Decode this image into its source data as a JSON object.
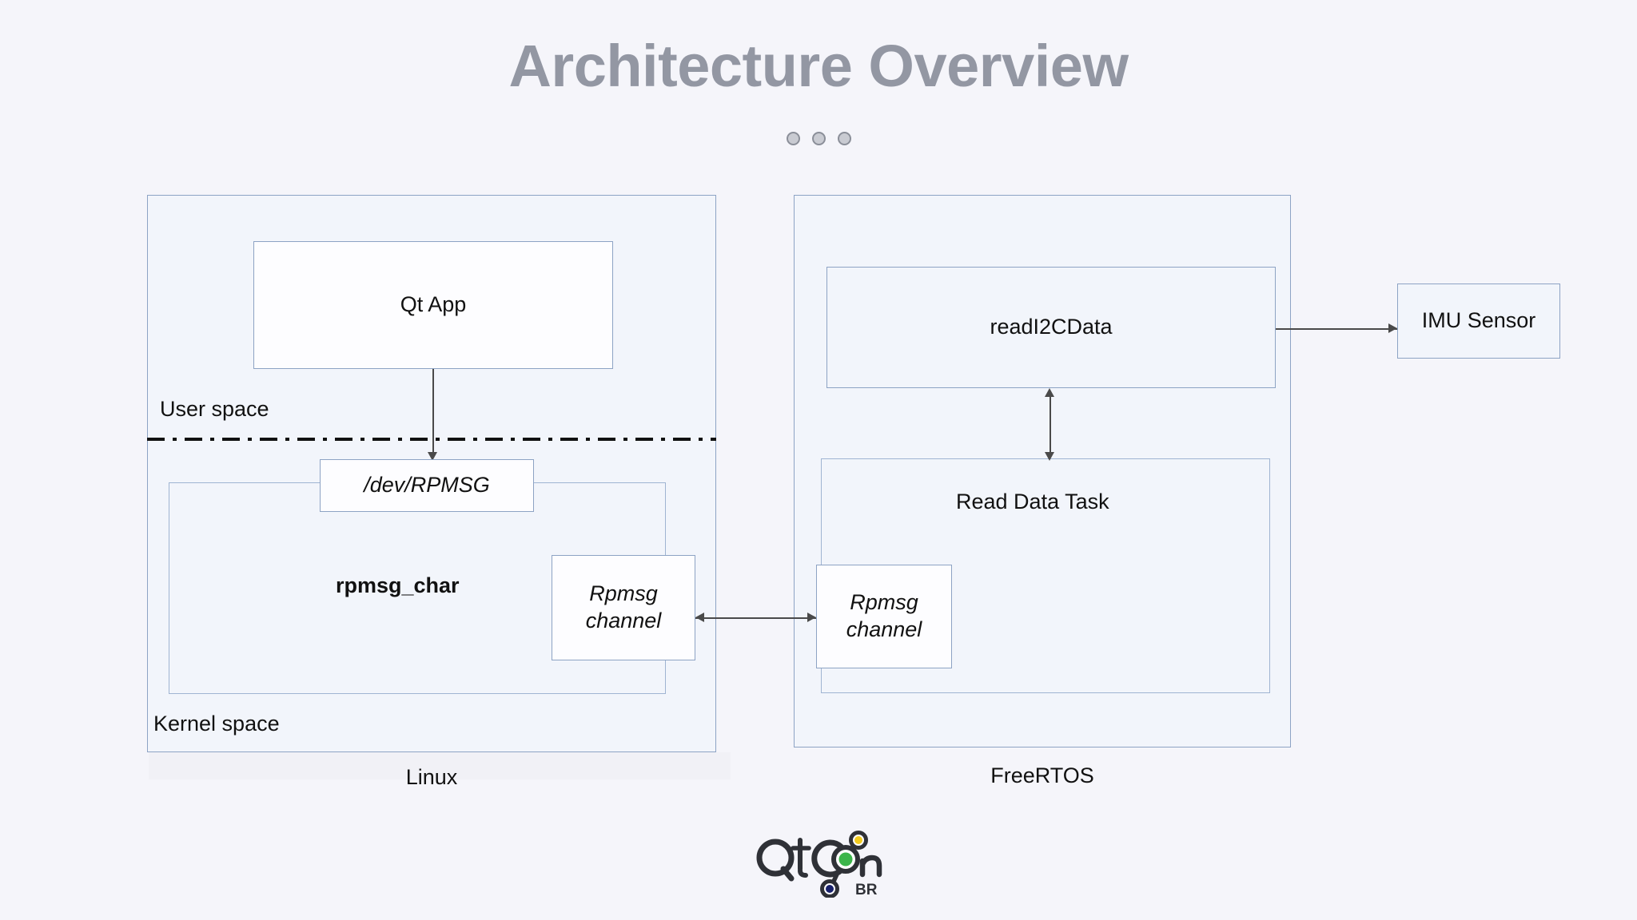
{
  "slide": {
    "title": "Architecture Overview",
    "pager": {
      "count": 3,
      "active_index": -1
    }
  },
  "colors": {
    "background": "#f5f5fa",
    "title_text": "#9397a3",
    "panel_border": "#8da3c4",
    "panel_fill": "#f2f5fb",
    "node_fill": "#fdfdff",
    "connector": "#4a4a4a",
    "logo_text": "#2f3137",
    "logo_node_top": "#f2cb1f",
    "logo_node_middle": "#3cb54a",
    "logo_node_bottom": "#18216b"
  },
  "diagram": {
    "left_panel": {
      "caption": "Linux",
      "user_space_label": "User space",
      "kernel_space_label": "Kernel space",
      "driver_label": "rpmsg_char",
      "nodes": {
        "qt_app": "Qt App",
        "dev_rpmsg": "/dev/RPMSG",
        "rpmsg_channel": "Rpmsg\nchannel"
      }
    },
    "right_panel": {
      "caption": "FreeRTOS",
      "nodes": {
        "read_i2c_data": "readI2CData",
        "read_data_task": "Read Data Task",
        "rpmsg_channel": "Rpmsg\nchannel"
      }
    },
    "external": {
      "imu_sensor": "IMU Sensor"
    },
    "connections": [
      {
        "from": "Qt App",
        "to": "/dev/RPMSG",
        "style": "arrow-down"
      },
      {
        "from": "Rpmsg channel (Linux)",
        "to": "Rpmsg channel (FreeRTOS)",
        "style": "arrow-right"
      },
      {
        "from": "Rpmsg channel (FreeRTOS)",
        "to": "Rpmsg channel (Linux)",
        "style": "arrow-left"
      },
      {
        "from": "Read Data Task",
        "to": "readI2CData",
        "style": "arrow-both-vertical"
      },
      {
        "from": "readI2CData",
        "to": "IMU Sensor",
        "style": "arrow-right"
      }
    ]
  },
  "logo": {
    "wordmark": "QtCon",
    "suffix": "BR"
  }
}
